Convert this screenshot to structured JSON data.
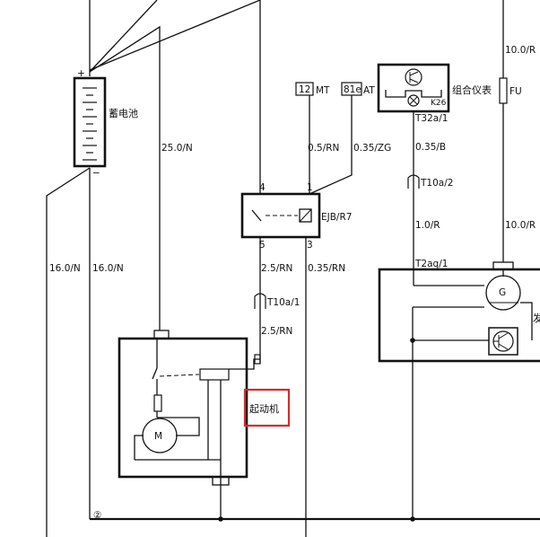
{
  "battery": {
    "label": "蓄电池",
    "plus": "+",
    "minus": "−"
  },
  "instrument_cluster": {
    "label": "组合仪表",
    "bulb_code": "K26",
    "pin": "T32a/1"
  },
  "fuse": {
    "label": "FU"
  },
  "relay": {
    "label": "EJB/R7",
    "pin_4": "4",
    "pin_1": "1",
    "pin_5": "5",
    "pin_3": "3"
  },
  "mt_box": {
    "number": "12",
    "type": "MT"
  },
  "at_box": {
    "number": "81e",
    "type": "AT"
  },
  "starter": {
    "label": "起动机",
    "motor": "M"
  },
  "generator": {
    "gen": "G",
    "pin": "T2aq/1",
    "cut_label": "发"
  },
  "connectors": {
    "t10a2": "T10a/2",
    "t10a1": "T10a/1"
  },
  "wires": {
    "w_25_0_n": "25.0/N",
    "w_0_5_rn": "0.5/RN",
    "w_0_35_zg": "0.35/ZG",
    "w_0_35_b": "0.35/B",
    "w_10_0_r_top": "10.0/R",
    "w_10_0_r_bottom": "10.0/R",
    "w_1_0_r": "1.0/R",
    "w_16_0_n_left": "16.0/N",
    "w_16_0_n_right": "16.0/N",
    "w_2_5_rn_upper": "2.5/RN",
    "w_0_35_rn": "0.35/RN",
    "w_2_5_rn_lower": "2.5/RN"
  },
  "ground": {
    "marker": "②"
  }
}
